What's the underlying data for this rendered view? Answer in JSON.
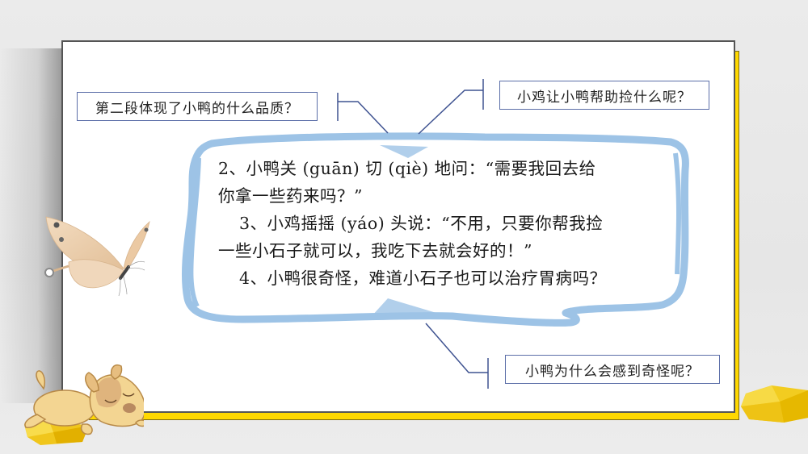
{
  "slide": {
    "passage": {
      "lines": [
        "2、小鸭关 (guān) 切 (qiè) 地问：“需要我回去给",
        "你拿一些药来吗？”",
        "3、小鸡摇摇 (yáo) 头说：“不用，只要你帮我捡",
        "一些小石子就可以，我吃下去就会好的！”",
        "4、小鸭很奇怪，难道小石子也可以治疗胃病吗？"
      ]
    },
    "callouts": {
      "top_left": "第二段体现了小鸭的什么品质？",
      "top_right": "小鸡让小鸭帮助捡什么呢？",
      "bottom_right": "小鸭为什么会感到奇怪呢？"
    },
    "decorations": {
      "butterfly": "butterfly-illustration",
      "puppy": "sleeping-puppy-illustration",
      "gem_left": "yellow-gem",
      "gem_right": "yellow-gem"
    },
    "colors": {
      "accent_yellow": "#ffd800",
      "frame_blue": "#9dc3e6",
      "callout_border": "#5b6ea8",
      "connector_line": "#3f5391",
      "background": "#e8e8e8"
    }
  }
}
